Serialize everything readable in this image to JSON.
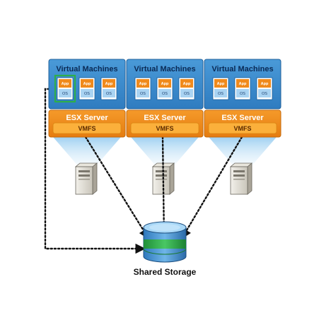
{
  "clusters": [
    {
      "vm_title": "Virtual Machines",
      "esx_label": "ESX Server",
      "vmfs_label": "VMFS",
      "vms": [
        {
          "app": "App",
          "os": "OS",
          "highlighted": true
        },
        {
          "app": "App",
          "os": "OS",
          "highlighted": false
        },
        {
          "app": "App",
          "os": "OS",
          "highlighted": false
        }
      ]
    },
    {
      "vm_title": "Virtual Machines",
      "esx_label": "ESX Server",
      "vmfs_label": "VMFS",
      "vms": [
        {
          "app": "App",
          "os": "OS",
          "highlighted": false
        },
        {
          "app": "App",
          "os": "OS",
          "highlighted": false
        },
        {
          "app": "App",
          "os": "OS",
          "highlighted": false
        }
      ]
    },
    {
      "vm_title": "Virtual Machines",
      "esx_label": "ESX Server",
      "vmfs_label": "VMFS",
      "vms": [
        {
          "app": "App",
          "os": "OS",
          "highlighted": false
        },
        {
          "app": "App",
          "os": "OS",
          "highlighted": false
        },
        {
          "app": "App",
          "os": "OS",
          "highlighted": false
        }
      ]
    }
  ],
  "storage": {
    "label": "Shared Storage"
  },
  "colors": {
    "vm_panel": "#3f8fd0",
    "vm_panel_dark": "#2d6fae",
    "esx_panel": "#f08a1c",
    "vmfs_bar": "#fbb03b",
    "app_tile": "#f08a1c",
    "os_tile": "#a9d3f2",
    "highlight": "#2eae4a",
    "storage_band": "#2eae4a",
    "storage_body": "#3f8fd0"
  },
  "icons": [
    "server-tower-icon",
    "database-icon"
  ]
}
